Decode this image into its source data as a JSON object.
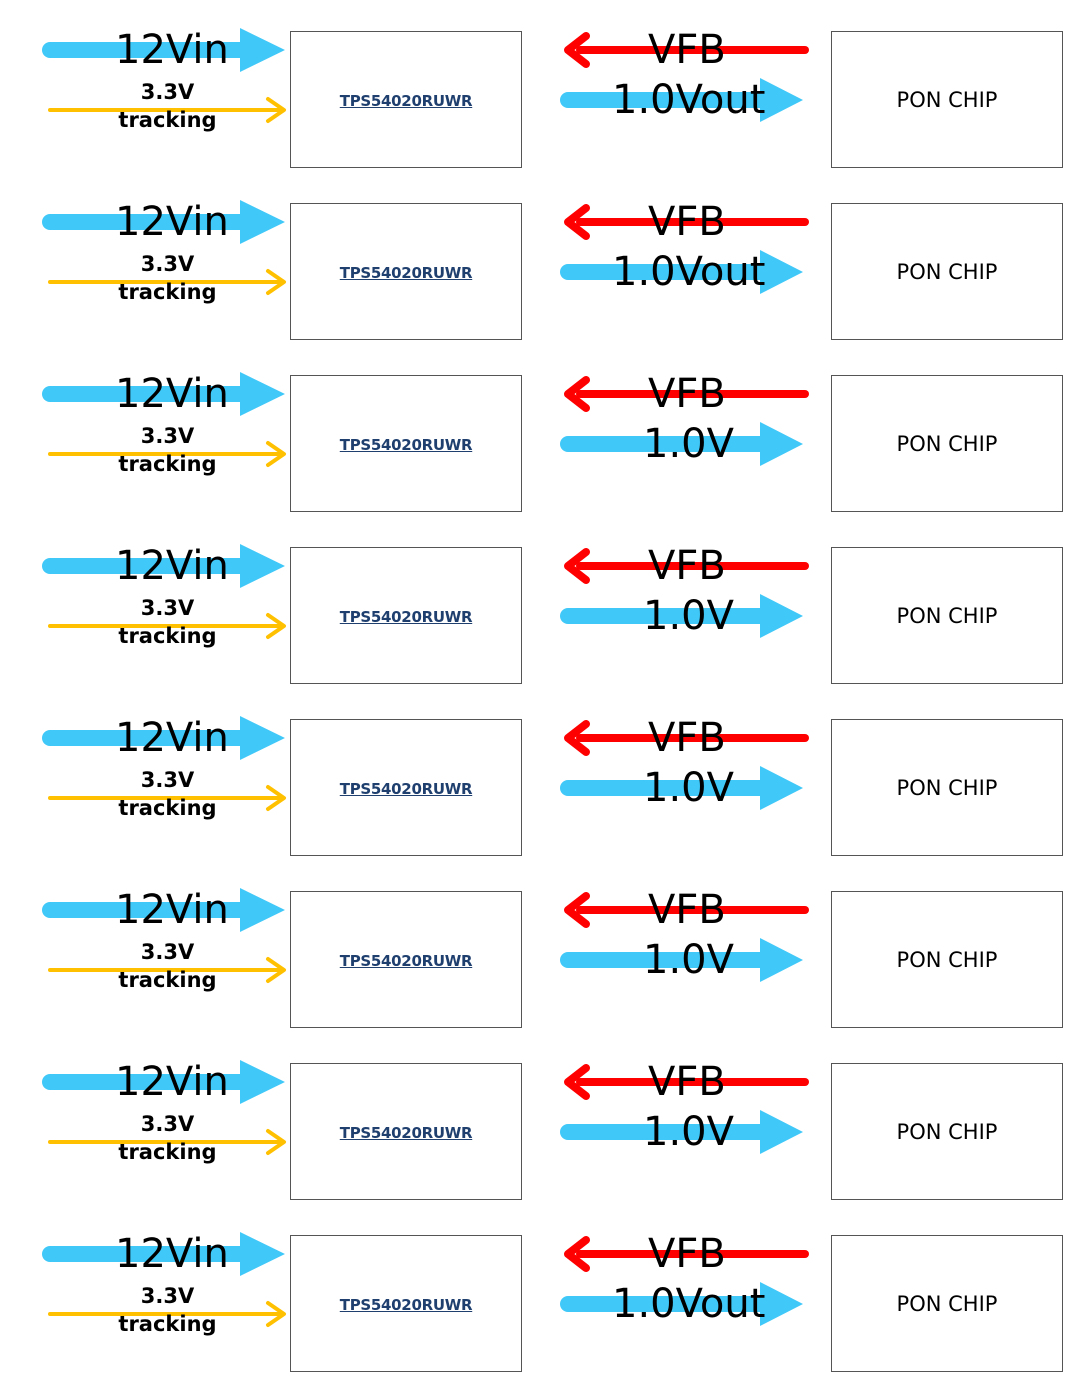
{
  "colors": {
    "input_arrow": "#40c8f8",
    "tracking_arrow": "#ffc000",
    "feedback_arrow": "#ff0000",
    "output_arrow": "#40c8f8",
    "box_border": "#555555",
    "regulator_label": "#1f3f6f"
  },
  "rows": [
    {
      "input_label": "12Vin",
      "tracking_voltage": "3.3V",
      "tracking_word": "tracking",
      "regulator_label": "TPS54020RUWR",
      "feedback_label": "VFB",
      "output_label": "1.0Vout",
      "chip_label": "PON CHIP"
    },
    {
      "input_label": "12Vin",
      "tracking_voltage": "3.3V",
      "tracking_word": "tracking",
      "regulator_label": "TPS54020RUWR",
      "feedback_label": "VFB",
      "output_label": "1.0Vout",
      "chip_label": "PON CHIP"
    },
    {
      "input_label": "12Vin",
      "tracking_voltage": "3.3V",
      "tracking_word": "tracking",
      "regulator_label": "TPS54020RUWR",
      "feedback_label": "VFB",
      "output_label": "1.0V",
      "chip_label": "PON CHIP"
    },
    {
      "input_label": "12Vin",
      "tracking_voltage": "3.3V",
      "tracking_word": "tracking",
      "regulator_label": "TPS54020RUWR",
      "feedback_label": "VFB",
      "output_label": "1.0V",
      "chip_label": "PON CHIP"
    },
    {
      "input_label": "12Vin",
      "tracking_voltage": "3.3V",
      "tracking_word": "tracking",
      "regulator_label": "TPS54020RUWR",
      "feedback_label": "VFB",
      "output_label": "1.0V",
      "chip_label": "PON CHIP"
    },
    {
      "input_label": "12Vin",
      "tracking_voltage": "3.3V",
      "tracking_word": "tracking",
      "regulator_label": "TPS54020RUWR",
      "feedback_label": "VFB",
      "output_label": "1.0V",
      "chip_label": "PON CHIP"
    },
    {
      "input_label": "12Vin",
      "tracking_voltage": "3.3V",
      "tracking_word": "tracking",
      "regulator_label": "TPS54020RUWR",
      "feedback_label": "VFB",
      "output_label": "1.0V",
      "chip_label": "PON CHIP"
    },
    {
      "input_label": "12Vin",
      "tracking_voltage": "3.3V",
      "tracking_word": "tracking",
      "regulator_label": "TPS54020RUWR",
      "feedback_label": "VFB",
      "output_label": "1.0Vout",
      "chip_label": "PON CHIP"
    }
  ]
}
